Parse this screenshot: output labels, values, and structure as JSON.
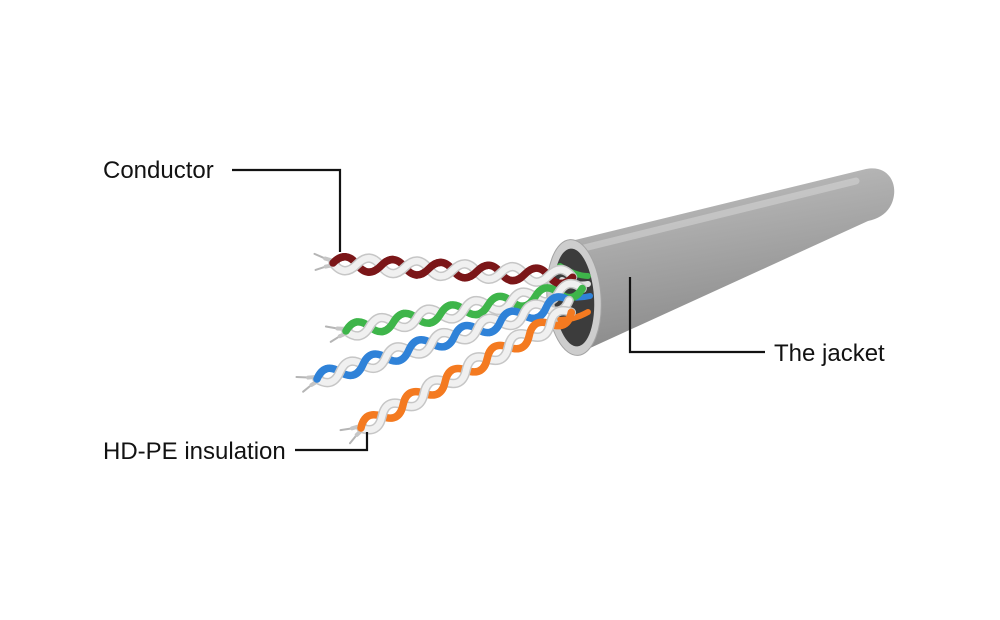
{
  "diagram": {
    "labels": {
      "conductor": "Conductor",
      "insulation": "HD-PE insulation",
      "jacket": "The jacket"
    }
  },
  "colors": {
    "wire-maroon": "#7b1618",
    "wire-green": "#3eb54a",
    "wire-blue": "#2f82d8",
    "wire-orange": "#f47a20",
    "wire-white": "#f0f0f0",
    "wire-white-edge": "#c6c6c6",
    "wire-tip": "#b5b5b5",
    "leader-line": "#121212",
    "label-text": "#121212",
    "jacket-top": "#c2c2c2",
    "jacket-mid-1": "#aaaaaa",
    "jacket-mid-2": "#939393",
    "jacket-bottom": "#7b7b7b",
    "cut-face": "#cdcdcd",
    "opening": "#3c3c3c"
  }
}
